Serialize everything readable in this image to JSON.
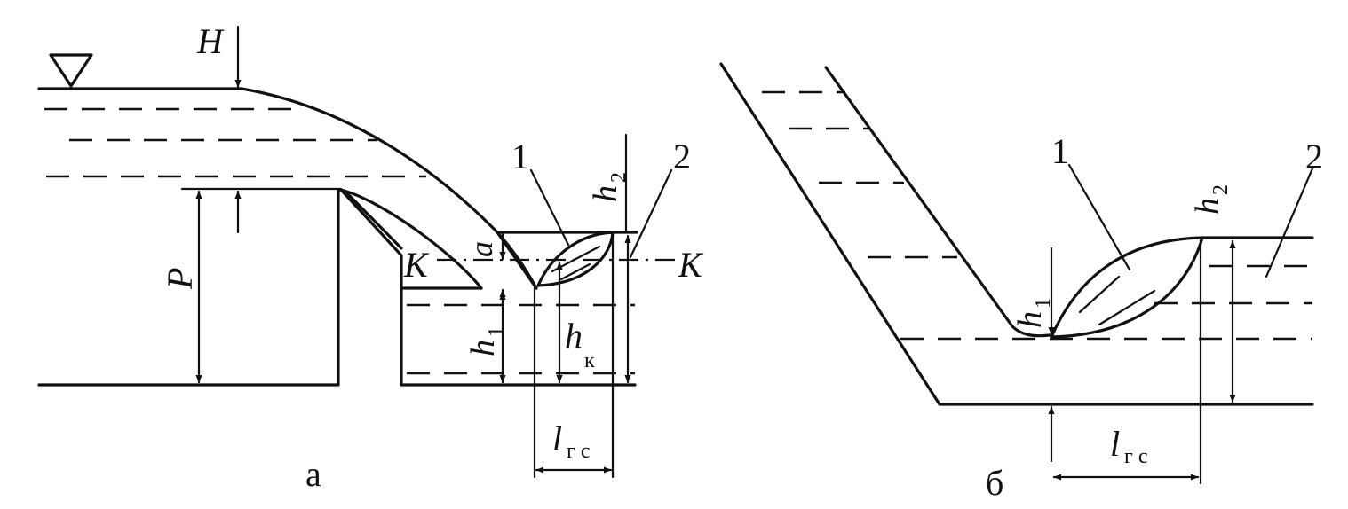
{
  "panel_a": {
    "caption": "а",
    "head": "H",
    "weir_height": "P",
    "section": "K",
    "gap": "a",
    "depth_before": "h",
    "depth_before_sub": "1",
    "depth_critical": "h",
    "depth_critical_sub": "к",
    "depth_after": "h",
    "depth_after_sub": "2",
    "marker_1": "1",
    "marker_2": "2",
    "jump_length": "l",
    "jump_length_sub": "г с"
  },
  "panel_b": {
    "caption": "б",
    "depth_before": "h",
    "depth_before_sub": "1",
    "depth_after": "h",
    "depth_after_sub": "2",
    "marker_1": "1",
    "marker_2": "2",
    "jump_length": "l",
    "jump_length_sub": "г с"
  }
}
